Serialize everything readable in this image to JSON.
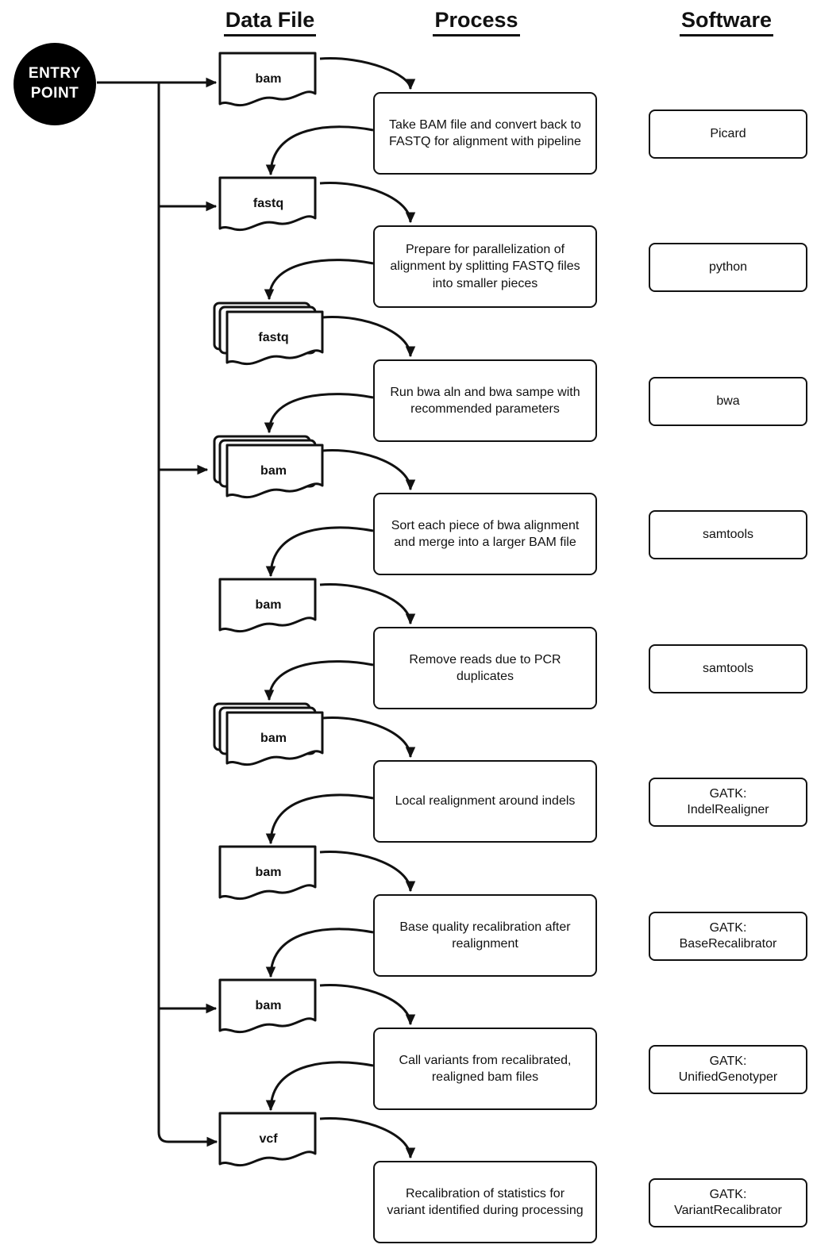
{
  "headers": {
    "data_file": "Data File",
    "process": "Process",
    "software": "Software"
  },
  "entry_point": {
    "line1": "ENTRY",
    "line2": "POINT"
  },
  "rows": [
    {
      "file": {
        "label": "bam",
        "multi": false,
        "entry_arrow": true
      },
      "process": "Take BAM file and convert back to FASTQ for alignment with pipeline",
      "software": "Picard"
    },
    {
      "file": {
        "label": "fastq",
        "multi": false,
        "entry_arrow": true
      },
      "process": "Prepare for parallelization of alignment by splitting FASTQ files into smaller pieces",
      "software": "python"
    },
    {
      "file": {
        "label": "fastq",
        "multi": true,
        "entry_arrow": false
      },
      "process": "Run bwa aln and bwa sampe with recommended parameters",
      "software": "bwa"
    },
    {
      "file": {
        "label": "bam",
        "multi": true,
        "entry_arrow": true
      },
      "process": "Sort each piece of bwa alignment and merge into a larger BAM file",
      "software": "samtools"
    },
    {
      "file": {
        "label": "bam",
        "multi": false,
        "entry_arrow": false
      },
      "process": "Remove reads due to PCR duplicates",
      "software": "samtools"
    },
    {
      "file": {
        "label": "bam",
        "multi": true,
        "entry_arrow": false
      },
      "process": "Local realignment around indels",
      "software": "GATK:\nIndelRealigner"
    },
    {
      "file": {
        "label": "bam",
        "multi": false,
        "entry_arrow": false
      },
      "process": "Base quality recalibration after realignment",
      "software": "GATK:\nBaseRecalibrator"
    },
    {
      "file": {
        "label": "bam",
        "multi": false,
        "entry_arrow": true
      },
      "process": "Call variants from recalibrated, realigned bam files",
      "software": "GATK:\nUnifiedGenotyper"
    },
    {
      "file": {
        "label": "vcf",
        "multi": false,
        "entry_arrow": true
      },
      "process": "Recalibration of statistics for variant identified during processing",
      "software": "GATK:\nVariantRecalibrator"
    }
  ],
  "colors": {
    "background": "#ffffff",
    "line": "#111111",
    "entry_bg": "#000000",
    "entry_text": "#ffffff"
  }
}
